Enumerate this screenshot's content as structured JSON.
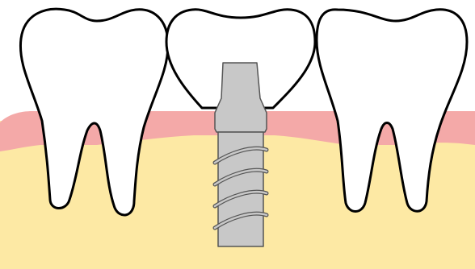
{
  "palette": {
    "background": "#ffffff",
    "gum": "#f4a9a8",
    "bone": "#fde9a4",
    "tooth_fill": "#ffffff",
    "outline": "#000000",
    "implant_fill": "#c8c8c8",
    "implant_outline": "#555555"
  },
  "elements": {
    "teeth": [
      "molar",
      "crown",
      "molar"
    ],
    "implant": {
      "parts": [
        "abutment",
        "screw-post"
      ],
      "thread_turns": 4
    }
  }
}
